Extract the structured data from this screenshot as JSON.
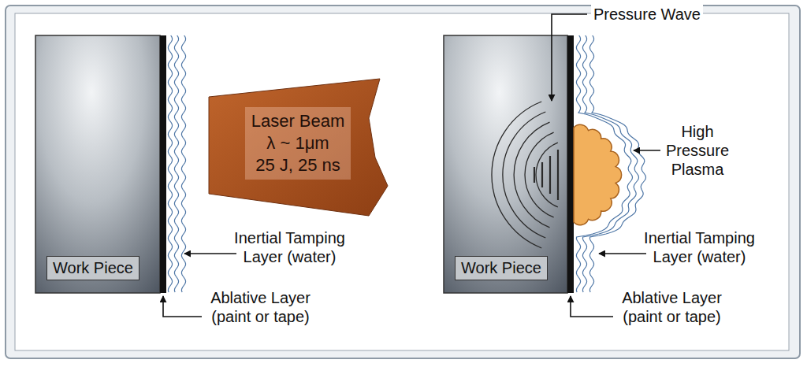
{
  "diagram": {
    "nodes": [
      {
        "text": [
          "Work Piece"
        ]
      },
      {
        "text": [
          "Laser Beam",
          "λ ~ 1μm",
          "25 J, 25 ns"
        ]
      },
      {
        "text": [
          "Work Piece"
        ]
      }
    ],
    "labels": [
      "Inertial Tamping Layer (water)",
      "Ablative Layer (paint or tape)",
      "Pressure Wave",
      "High Pressure Plasma",
      "Inertial Tamping Layer (water)",
      "Ablative Layer (paint or tape)"
    ]
  }
}
